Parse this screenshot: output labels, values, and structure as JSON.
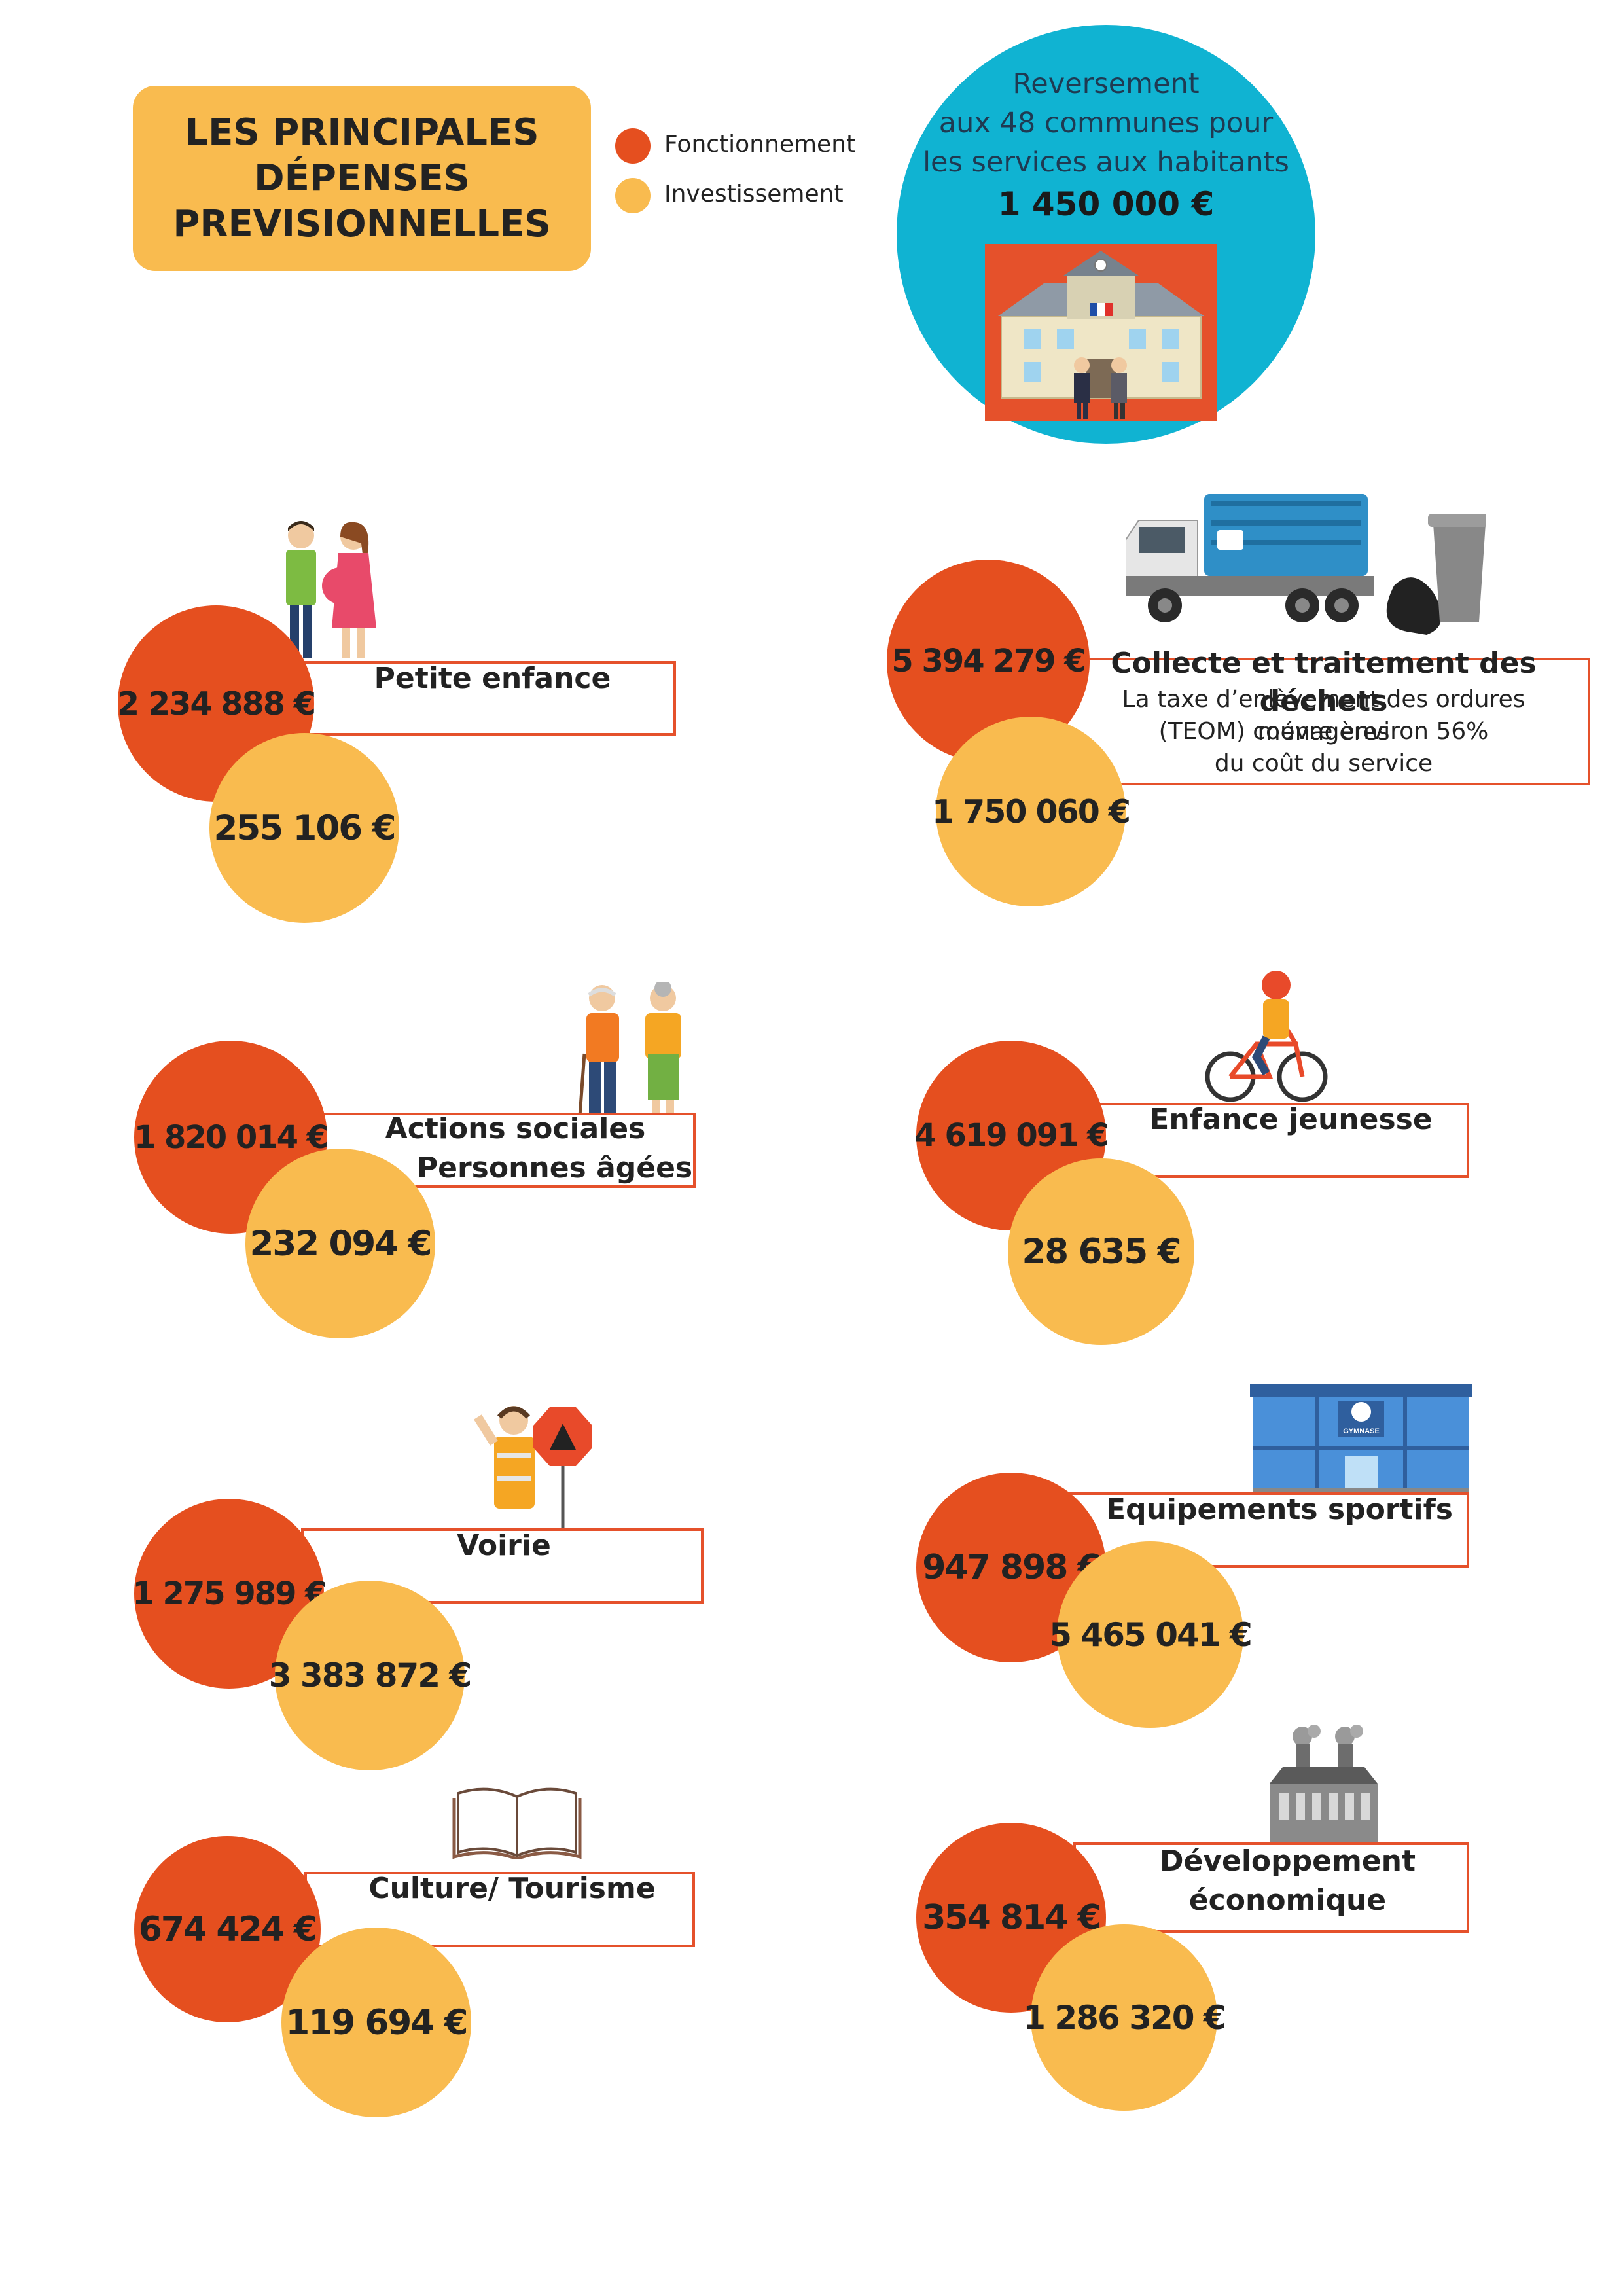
{
  "header": {
    "title_line1": "LES PRINCIPALES",
    "title_line2": "DÉPENSES",
    "title_line3": "PREVISIONNELLES"
  },
  "legend": {
    "fonctionnement": "Fonctionnement",
    "investissement": "Investissement"
  },
  "reversement": {
    "line1": "Reversement",
    "line2": "aux 48 communes pour",
    "line3": "les services aux habitants",
    "amount": "1 450 000 €"
  },
  "categories": {
    "petite_enfance": {
      "label": "Petite enfance",
      "fonctionnement": "2 234 888 €",
      "investissement": "255 106 €"
    },
    "dechets": {
      "label": "Collecte et traitement des déchets",
      "note_line1": "La taxe d’enlèvement des ordures ménagères",
      "note_line2": "(TEOM) couvre environ 56%",
      "note_line3": "du coût du service",
      "fonctionnement": "5 394 279 €",
      "investissement": "1 750 060 €"
    },
    "actions_sociales": {
      "label_line1": "Actions sociales",
      "label_line2": "Personnes âgées",
      "fonctionnement": "1 820 014 €",
      "investissement": "232 094 €"
    },
    "enfance_jeunesse": {
      "label": "Enfance jeunesse",
      "fonctionnement": "4 619 091 €",
      "investissement": "28 635 €"
    },
    "voirie": {
      "label": "Voirie",
      "fonctionnement": "1 275 989 €",
      "investissement": "3 383 872 €"
    },
    "equipements": {
      "label": "Equipements sportifs",
      "gym_sign": "GYMNASE",
      "fonctionnement": "947 898 €",
      "investissement": "5 465 041 €"
    },
    "culture": {
      "label": "Culture/ Tourisme",
      "fonctionnement": "674 424 €",
      "investissement": "119 694 €"
    },
    "developpement": {
      "label_line1": "Développement",
      "label_line2": "économique",
      "fonctionnement": "354 814 €",
      "investissement": "1 286 320 €"
    }
  },
  "colors": {
    "fonctionnement": "#e54f1f",
    "investissement": "#f9bb4f",
    "reversement": "#10b3d2",
    "box_border": "#e5512b"
  }
}
